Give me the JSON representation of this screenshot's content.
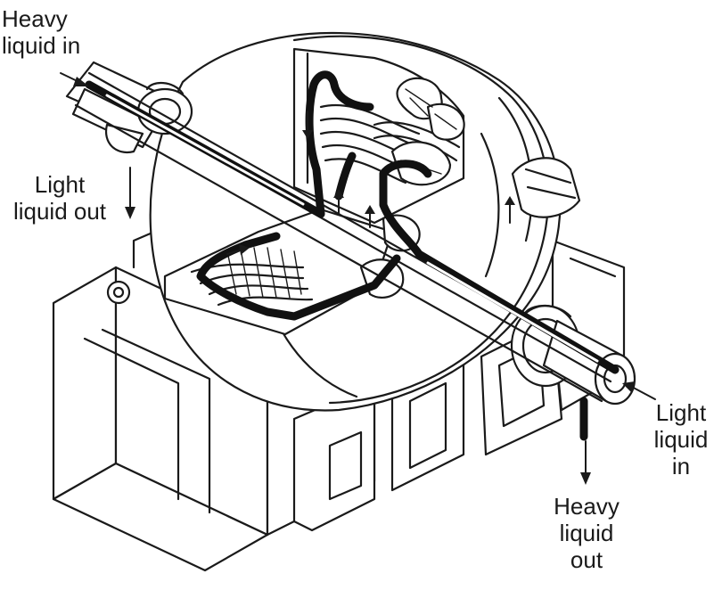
{
  "labels": {
    "heavy_in": [
      "Heavy",
      "liquid in"
    ],
    "light_out": [
      "Light",
      "liquid out"
    ],
    "light_in": [
      "Light",
      "liquid",
      "in"
    ],
    "heavy_out": [
      "Heavy",
      "liquid",
      "out"
    ]
  },
  "colors": {
    "line": "#1a1a1a",
    "flow": "#111111",
    "background": "#ffffff"
  }
}
